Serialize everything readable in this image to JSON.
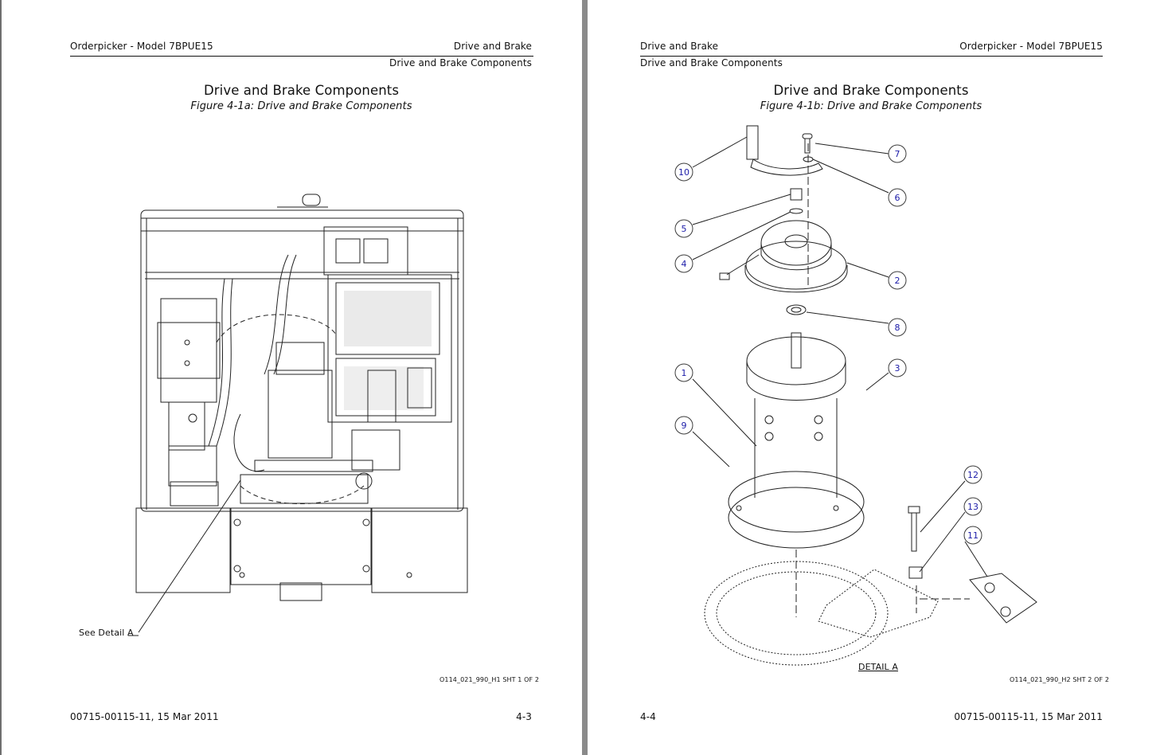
{
  "left_page": {
    "header_left": "Orderpicker - Model 7BPUE15",
    "header_right": "Drive and Brake",
    "subheader_right": "Drive and Brake Components",
    "title": "Drive and Brake Components",
    "caption": "Figure 4-1a:  Drive and Brake Components",
    "detail_label": "See Detail A",
    "sheet_ref": "O114_021_990_H1 SHT 1 OF 2",
    "footer_left": "00715-00115-11, 15 Mar 2011",
    "footer_right": "4-3"
  },
  "right_page": {
    "header_left": "Drive and Brake",
    "header_right": "Orderpicker - Model 7BPUE15",
    "subheader_left": "Drive and Brake Components",
    "title": "Drive and Brake Components",
    "caption": "Figure 4-1b:  Drive and Brake Components",
    "detail_label": "DETAIL A",
    "sheet_ref": "O114_021_990_H2 SHT 2 OF 2",
    "footer_left": "4-4",
    "footer_right": "00715-00115-11, 15 Mar 2011",
    "callouts": [
      "10",
      "7",
      "6",
      "5",
      "4",
      "2",
      "8",
      "1",
      "3",
      "9",
      "12",
      "13",
      "11"
    ]
  }
}
